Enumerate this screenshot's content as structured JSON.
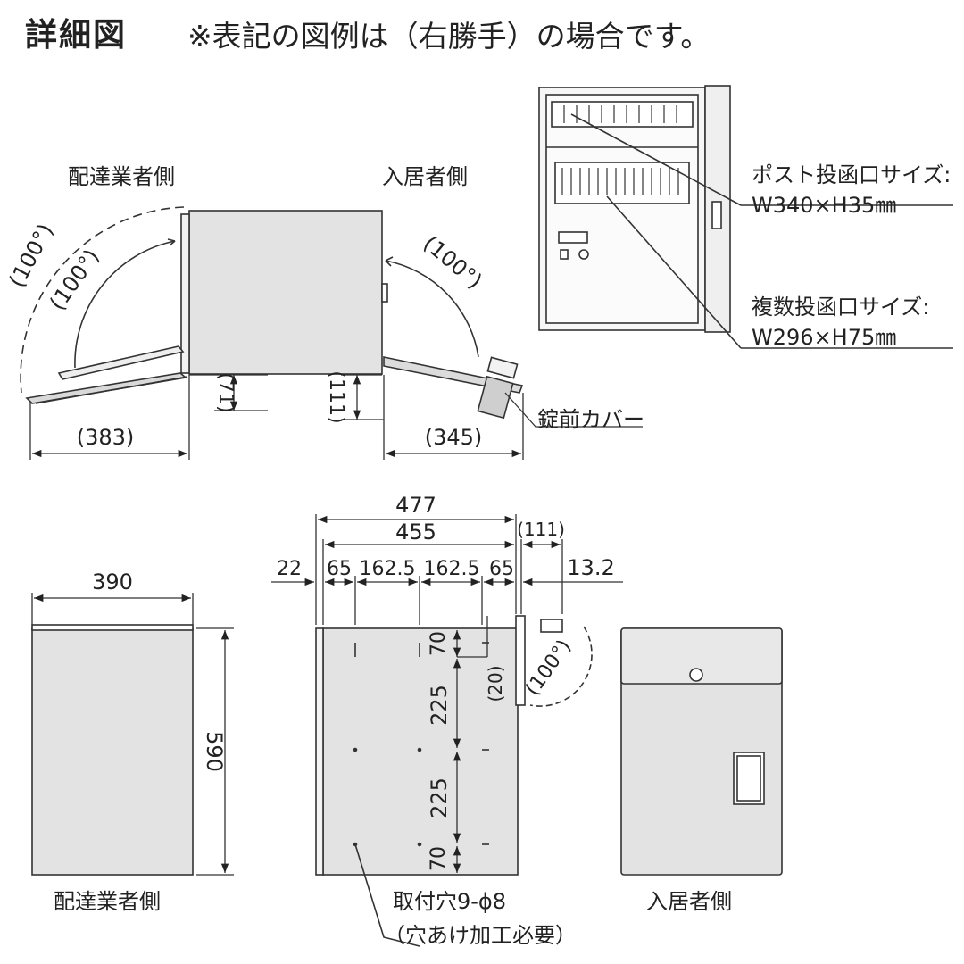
{
  "header": {
    "title": "詳細図",
    "note": "※表記の図例は（右勝手）の場合です。"
  },
  "labels": {
    "delivery_side_top": "配達業者側",
    "resident_side_top": "入居者側",
    "delivery_side_bottom": "配達業者側",
    "resident_side_bottom": "入居者側",
    "post_slot_title": "ポスト投函口サイズ:",
    "post_slot_size": "W340×H35㎜",
    "multi_slot_title": "複数投函口サイズ:",
    "multi_slot_size": "W296×H75㎜",
    "lock_cover": "錠前カバー",
    "mount_holes": "取付穴9-ϕ8",
    "mount_holes_note": "（穴あけ加工必要）"
  },
  "dims": {
    "angle_outer": "(100°)",
    "angle_inner": "(100°)",
    "angle_right": "(100°)",
    "angle_bottom": "(100°)",
    "d383": "(383)",
    "d71": "(71)",
    "d111_side": "(111)",
    "d345": "(345)",
    "d477": "477",
    "d455": "455",
    "d111_top": "(111)",
    "d22": "22",
    "d65a": "65",
    "d162a": "162.5",
    "d162b": "162.5",
    "d65b": "65",
    "d13_2": "13.2",
    "d390": "390",
    "d590": "590",
    "d70a": "70",
    "d225a": "225",
    "d225b": "225",
    "d70b": "70",
    "d20": "(20)"
  }
}
